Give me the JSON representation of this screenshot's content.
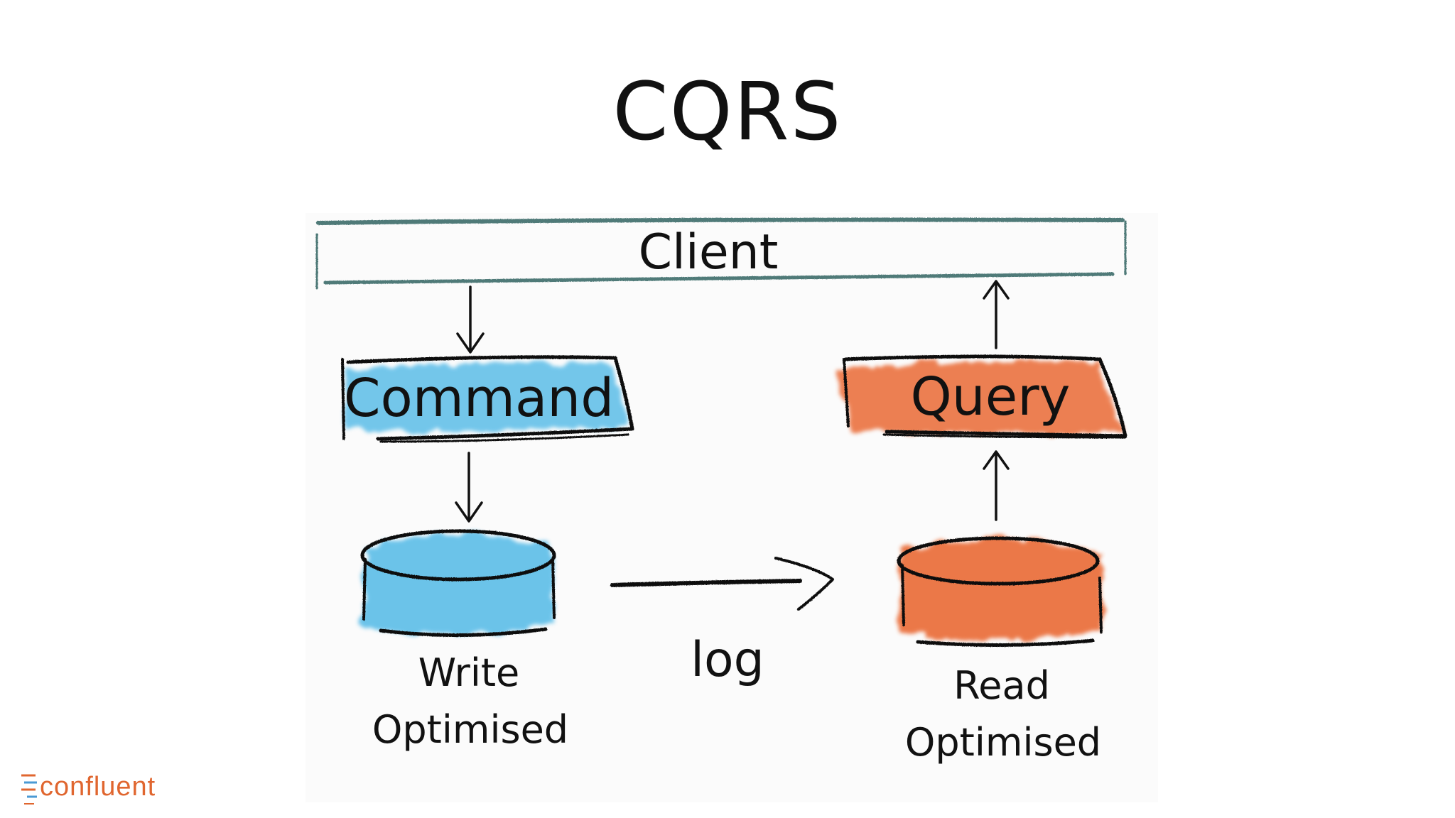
{
  "title": "CQRS",
  "client_label": "Client",
  "command_label": "Command",
  "query_label": "Query",
  "write_store": {
    "line1": "Write",
    "line2": "Optimised"
  },
  "read_store": {
    "line1": "Read",
    "line2": "Optimised"
  },
  "log_label": "log",
  "logo": {
    "text": "confluent",
    "color": "#e0662f"
  },
  "colors": {
    "command": "#5bbde8",
    "query": "#ea6a35",
    "client_bar": "#4f7a78",
    "ink": "#111111"
  }
}
